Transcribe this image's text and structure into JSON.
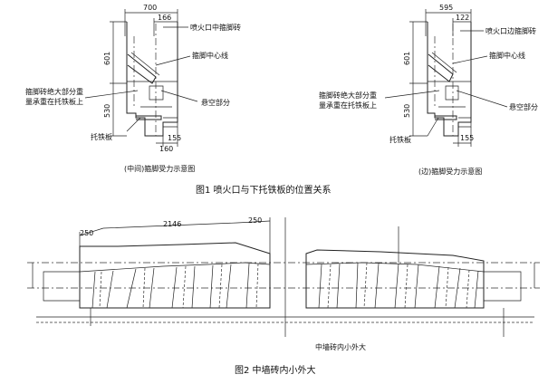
{
  "fig1": {
    "left": {
      "dim_width": "700",
      "dim_inner": "166",
      "dim_upper": "601",
      "dim_lower": "530",
      "dim_bottom_1": "155",
      "dim_bottom_2": "160",
      "label_top": "喷火口中箍脚砖",
      "label_center": "箍脚中心线",
      "label_left_1": "箍脚砖绝大部分重",
      "label_left_2": "量承重在托铁板上",
      "label_suspended": "悬空部分",
      "label_plate": "托铁板",
      "subcaption": "(中间)箍脚受力示意图"
    },
    "right": {
      "dim_width": "595",
      "dim_inner": "122",
      "dim_upper": "601",
      "dim_lower": "530",
      "dim_bottom_1": "155",
      "label_top": "喷火口边箍脚砖",
      "label_center": "箍脚中心线",
      "label_left_1": "箍脚砖绝大部分重",
      "label_left_2": "量承重在托铁板上",
      "label_suspended": "悬空部分",
      "label_plate": "托铁板",
      "subcaption": "(边)箍脚受力示意图"
    },
    "caption": "图1   喷火口与下托铁板的位置关系"
  },
  "fig2": {
    "dim_left": "250",
    "dim_middle": "2146",
    "dim_right": "250",
    "center_label": "中墙砖内小外大",
    "caption": "图2   中墙砖内小外大"
  }
}
